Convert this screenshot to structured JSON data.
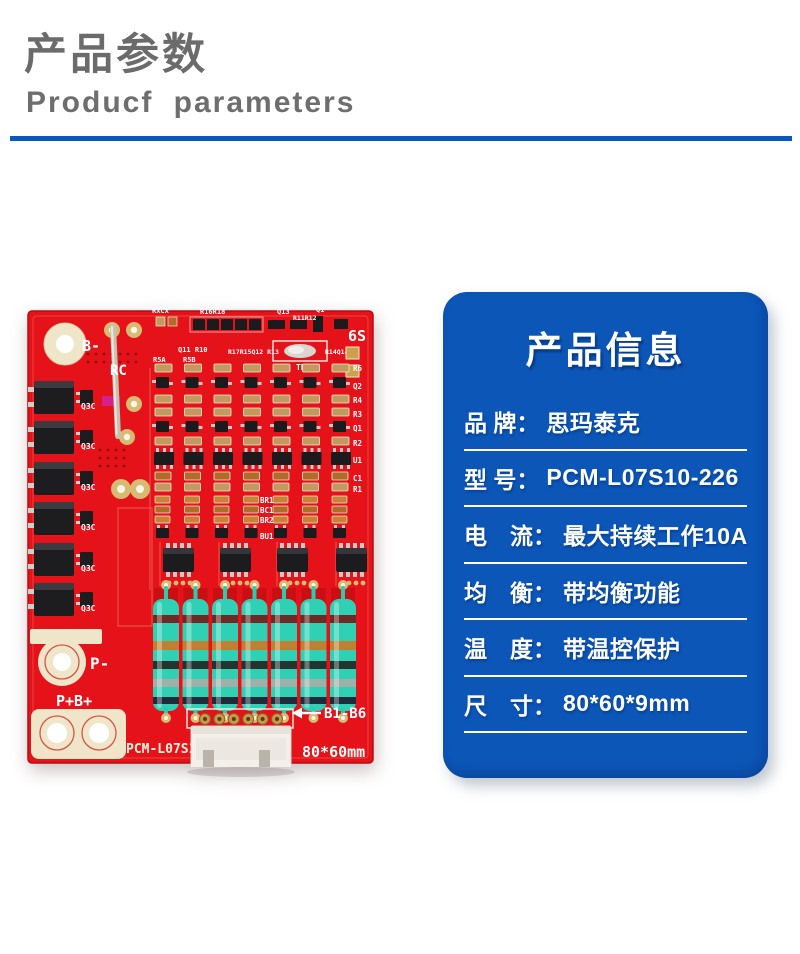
{
  "header": {
    "title_cn": "产品参数",
    "title_en": "Producf parameters",
    "divider_color": "#0a57c2",
    "text_color": "#6b6b6b"
  },
  "product_card": {
    "title": "产品信息",
    "background": "#0c56b8",
    "rows": [
      {
        "label": "品 牌：",
        "value": "思玛泰克"
      },
      {
        "label": "型 号：",
        "value": "PCM-L07S10-226"
      },
      {
        "label": "电　流：",
        "value": "最大持续工作10A"
      },
      {
        "label": "均　衡：",
        "value": "带均衡功能"
      },
      {
        "label": "温　度：",
        "value": "带温控保护"
      },
      {
        "label": "尺　寸：",
        "value": "80*60*9mm"
      }
    ]
  },
  "pcb": {
    "board_color": "#e5121a",
    "resistor_color": "#30d0b4",
    "silkscreen": {
      "b_minus": "B-",
      "rc": "RC",
      "six_s": "6S",
      "th": "TH",
      "rxcx": "RXCX",
      "r16r18": "R16R18",
      "q13": "Q13",
      "r11r12": "R11R12",
      "q1_top": "Q1",
      "q11_r10": "Q11 R10",
      "r17r15q12r13": "R17R15Q12 R13",
      "r14q14": "R14Q14",
      "r5a": "R5A",
      "r5b": "R5B",
      "r6": "R6",
      "q2": "Q2",
      "r4": "R4",
      "r3": "R3",
      "q1": "Q1",
      "r2": "R2",
      "u1": "U1",
      "c1": "C1",
      "r1": "R1",
      "br1": "BR1",
      "bc1": "BC1",
      "br2": "BR2",
      "bu1": "BU1",
      "q3c": "Q3C",
      "p_minus": "P-",
      "p_plus_b_plus": "P+B+",
      "model": "PCM-L07S10",
      "size": "80*60mm",
      "arrow": "←",
      "b1_b6": "B1-B6"
    }
  }
}
